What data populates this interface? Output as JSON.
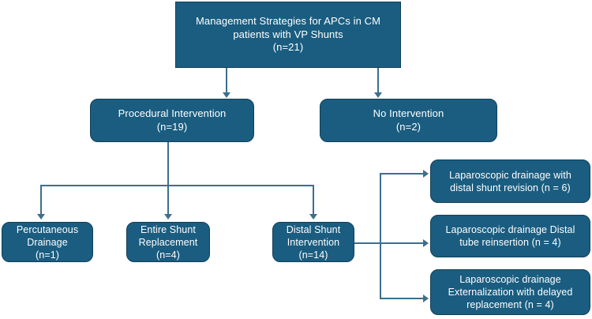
{
  "diagram": {
    "title": "Management Strategies for APCs in CM patients with VP Shunts flowchart",
    "palette": {
      "node_fill": "#1a5d80",
      "node_border": "#123f56",
      "connector": "#3d6f8c",
      "text": "#ffffff",
      "background": "#ffffff"
    },
    "nodes": {
      "root": {
        "label": "Management Strategies for APCs in CM\npatients with VP Shunts\n(n=21)",
        "count": "n=21"
      },
      "procedural_intervention": {
        "label": "Procedural Intervention\n(n=19)",
        "count": "n=19"
      },
      "no_intervention": {
        "label": "No Intervention\n(n=2)",
        "count": "n=2"
      },
      "percutaneous_drainage": {
        "label": "Percutaneous\nDrainage\n(n=1)",
        "count": "n=1"
      },
      "entire_shunt_replacement": {
        "label": "Entire Shunt\nReplacement\n(n=4)",
        "count": "n=4"
      },
      "distal_shunt_intervention": {
        "label": "Distal Shunt\nIntervention\n(n=14)",
        "count": "n=14"
      },
      "lap_distal_shunt_revision": {
        "label": "Laparoscopic drainage with\ndistal shunt revision (n = 6)",
        "count": "n = 6"
      },
      "lap_distal_tube_reinsertion": {
        "label": "Laparoscopic drainage Distal\ntube reinsertion (n = 4)",
        "count": "n = 4"
      },
      "lap_externalization_delayed": {
        "label": "Laparoscopic drainage\nExternalization with delayed\nreplacement (n = 4)",
        "count": "n = 4"
      }
    }
  }
}
